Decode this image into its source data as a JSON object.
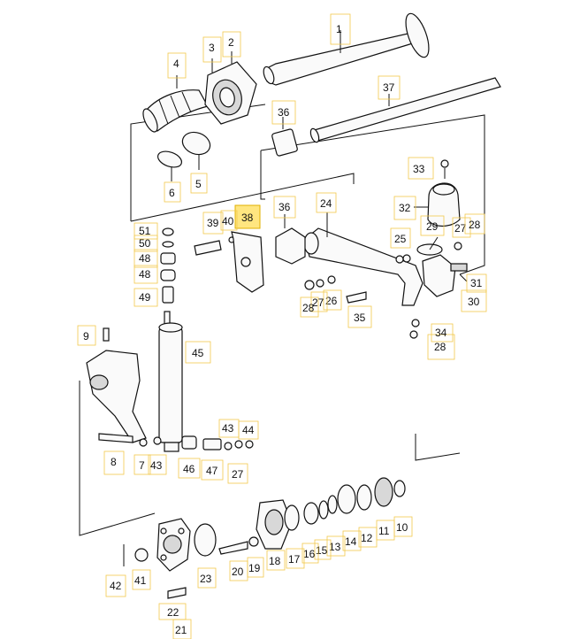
{
  "diagram": {
    "highlighted_callout": "38",
    "callouts": {
      "c1": "1",
      "c2": "2",
      "c3": "3",
      "c4": "4",
      "c5": "5",
      "c6": "6",
      "c7": "7",
      "c8": "8",
      "c9": "9",
      "c10": "10",
      "c11": "11",
      "c12": "12",
      "c13": "13",
      "c14": "14",
      "c15": "15",
      "c16": "16",
      "c17": "17",
      "c18": "18",
      "c19": "19",
      "c20": "20",
      "c21": "21",
      "c22": "22",
      "c23": "23",
      "c24": "24",
      "c25": "25",
      "c26": "26",
      "c27a": "27",
      "c27b": "27",
      "c27c": "27",
      "c28a": "28",
      "c28b": "28",
      "c28c": "28",
      "c29": "29",
      "c30": "30",
      "c31": "31",
      "c32": "32",
      "c33": "33",
      "c34": "34",
      "c35": "35",
      "c36a": "36",
      "c36b": "36",
      "c37": "37",
      "c38": "38",
      "c39": "39",
      "c40": "40",
      "c41": "41",
      "c42": "42",
      "c43a": "43",
      "c43b": "43",
      "c44": "44",
      "c45": "45",
      "c46": "46",
      "c47": "47",
      "c48a": "48",
      "c48b": "48",
      "c49": "49",
      "c50": "50",
      "c51": "51"
    },
    "colors": {
      "ink": "#111111",
      "callout_box": "#f2c94c",
      "highlight_fill": "#ffe680"
    }
  }
}
